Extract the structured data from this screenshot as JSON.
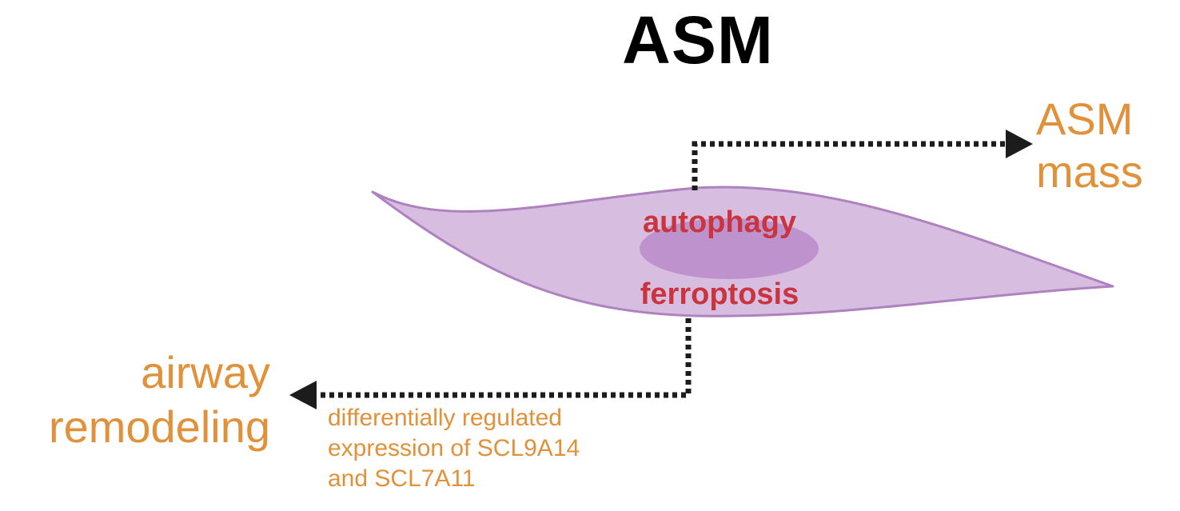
{
  "title": "ASM",
  "outputs": {
    "top_right": [
      "ASM",
      "mass"
    ],
    "bottom_left": [
      "airway",
      "remodeling"
    ]
  },
  "cell": {
    "labels": [
      "autophagy",
      "ferroptosis"
    ]
  },
  "annotation": [
    "differentially regulated",
    "expression of SCL9A14",
    "and SCL7A11"
  ],
  "colors": {
    "title": "#000000",
    "output_text": "#e0913a",
    "cell_label": "#c9343e",
    "cell_fill": "#d7bde0",
    "cell_stroke": "#ad82bf",
    "nucleus": "#be92cc",
    "arrow": "#1c1c1c"
  }
}
